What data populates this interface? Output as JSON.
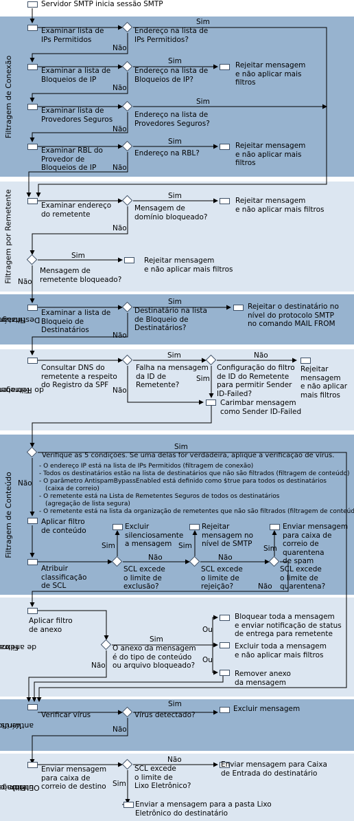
{
  "start": "Servidor SMTP inicia sessão SMTP",
  "common": {
    "yes": "Sim",
    "no": "Não",
    "or": "Ou"
  },
  "colors": {
    "band_dark": "#97b3cf",
    "band_light": "#dce6f1",
    "line": "#000000"
  },
  "connection": {
    "title": "Filtragem de Conexão",
    "step1": [
      "Examinar lista de",
      "IPs Permitidos"
    ],
    "q1": [
      "Endereço na lista de",
      "IPs Permitidos?"
    ],
    "step2": [
      "Examinar a lista de",
      "Bloqueios de IP"
    ],
    "q2": [
      "Endereço na lista de",
      "Bloqueios de IP?"
    ],
    "r2": [
      "Rejeitar mensagem",
      "e não aplicar mais",
      "filtros"
    ],
    "step3": [
      "Examinar lista de",
      "Provedores Seguros"
    ],
    "q3": [
      "Endereço na lista de",
      "Provedores Seguros?"
    ],
    "step4": [
      "Examinar RBL do",
      "Provedor de",
      "Bloqueios de IP"
    ],
    "q4": "Endereço na RBL?",
    "r4": [
      "Rejeitar mensagem",
      "e não aplicar mais",
      "filtros"
    ]
  },
  "sender": {
    "title": "Filtragem por Remetente",
    "step1": [
      "Examinar endereço",
      "do remetente"
    ],
    "q1": [
      "Mensagem de",
      "domínio bloqueado?"
    ],
    "r1": [
      "Rejeitar mensagem",
      "e não aplicar mais filtros"
    ],
    "q2": [
      "Mensagem de",
      "remetente bloqueado?"
    ],
    "r2": [
      "Rejeitar mensagem",
      "e não aplicar mais filtros"
    ]
  },
  "recipient": {
    "title": [
      "Filtragem por",
      "Destinatário"
    ],
    "step1": [
      "Examinar a lista de",
      "Bloqueio de",
      "Destinatários"
    ],
    "q1": [
      "Destinatário na lista",
      "de Bloqueio de",
      "Destinatários?"
    ],
    "r1": [
      "Rejeitar o destinatário no",
      "nível do protocolo SMTP",
      "no comando MAIL FROM"
    ]
  },
  "senderid": {
    "title": [
      "Filtragem da ID",
      "do Remetente"
    ],
    "step1": [
      "Consultar DNS do",
      "remetente a respeito",
      "do Registro da SPF"
    ],
    "q1": [
      "Falha na mensagem",
      "da ID de",
      "Remetente?"
    ],
    "q2": [
      "Configuração do filtro",
      "de ID do Remetente",
      "para permitir Sender",
      "ID-Failed?"
    ],
    "r1": [
      "Rejeitar",
      "mensagem",
      "e não aplicar",
      "mais filtros"
    ],
    "stamp": [
      "Carimbar mensagem",
      "como Sender ID-Failed"
    ]
  },
  "content": {
    "title": "Filtragem de Conteúdo",
    "check": "Verifique as 5 condições. Se uma delas for verdadeira, aplique a verificação de vírus.",
    "conditions": [
      "O endereço IP está na lista de IPs Permitidos (filtragem de conexão)",
      "Todos os destinatários estão na lista de destinatários que não são filtrados (filtragem de conteúdo)",
      "O parâmetro AntispamBypassEnabled está definido como $true para todos os destinatários",
      "(caixa de correio)",
      "O remetente está na Lista de Remetentes Seguros de todos os destinatários",
      "(agregação de lista segura)",
      "O remetente está na lista da organização de remetentes que não são filtrados (filtragem de conteúdo)"
    ],
    "apply": [
      "Aplicar filtro",
      "de conteúdo"
    ],
    "assign": [
      "Atribuir",
      "classificação",
      "de SCL"
    ],
    "q_delete": [
      "SCL excede",
      "o limite de",
      "exclusão?"
    ],
    "r_delete": [
      "Excluir",
      "silenciosamente",
      "a mensagem"
    ],
    "q_reject": [
      "SCL excede",
      "o limite de",
      "rejeição?"
    ],
    "r_reject": [
      "Rejeitar",
      "mensagem no",
      "nível de SMTP"
    ],
    "q_quar": [
      "SCL excede",
      "o limite de",
      "quarentena?"
    ],
    "r_quar": [
      "Enviar mensagem",
      "para caixa de",
      "correio de",
      "quarentena",
      "de spam"
    ]
  },
  "attachment": {
    "title": [
      "Filtragem",
      "de anexos"
    ],
    "step1": [
      "Aplicar filtro",
      "de anexo"
    ],
    "q1": [
      "O anexo da mensagem",
      "é do tipo de conteúdo",
      "ou arquivo bloqueado?"
    ],
    "a1": [
      "Bloquear toda a mensagem",
      "e enviar notificação de status",
      "de entrega para remetente"
    ],
    "a2": [
      "Excluir toda a mensagem",
      "e não aplicar mais filtros"
    ],
    "a3": [
      "Remover anexo",
      "da mensagem"
    ]
  },
  "antivirus": {
    "title": [
      "Verificação",
      "antivírus"
    ],
    "step1": "Verificar vírus",
    "q1": "Vírus detectado?",
    "r1": "Excluir mensagem"
  },
  "junk": {
    "title": [
      "Filtragem de Lixo",
      "Eletrônico do",
      "Outlook"
    ],
    "step1": [
      "Enviar mensagem",
      "para caixa de",
      "correio de destino"
    ],
    "q1": [
      "SCL excede",
      "o limite de",
      "Lixo Eletrônico?"
    ],
    "r_no": [
      "Enviar mensagem para Caixa",
      "de Entrada do destinatário"
    ],
    "r_yes": [
      "Enviar a mensagem para a pasta Lixo",
      "Eletrônico do destinatário"
    ]
  }
}
